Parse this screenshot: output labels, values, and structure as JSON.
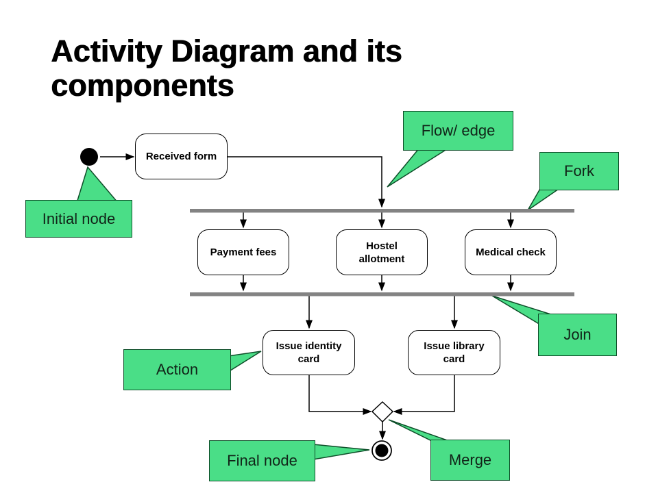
{
  "slide": {
    "title": "Activity Diagram and its components"
  },
  "colors": {
    "slide_bg": "#ffffff",
    "title_color": "#000000",
    "callout_fill": "#4ade87",
    "callout_border": "#0d4d28",
    "node_fill": "#ffffff",
    "node_border": "#000000",
    "bar_color": "#838383",
    "line_color": "#000000"
  },
  "diagram": {
    "nodes": {
      "received_form": {
        "label": "Received form"
      },
      "payment_fees": {
        "label": "Payment fees"
      },
      "hostel_allotment": {
        "label": "Hostel allotment"
      },
      "medical_check": {
        "label": "Medical check"
      },
      "issue_identity_card": {
        "label": "Issue identity card"
      },
      "issue_library_card": {
        "label": "Issue library card"
      }
    },
    "callouts": {
      "flow_edge": {
        "label": "Flow/ edge"
      },
      "fork": {
        "label": "Fork"
      },
      "initial_node": {
        "label": "Initial node"
      },
      "action": {
        "label": "Action"
      },
      "join": {
        "label": "Join"
      },
      "final_node": {
        "label": "Final node"
      },
      "merge": {
        "label": "Merge"
      }
    }
  }
}
